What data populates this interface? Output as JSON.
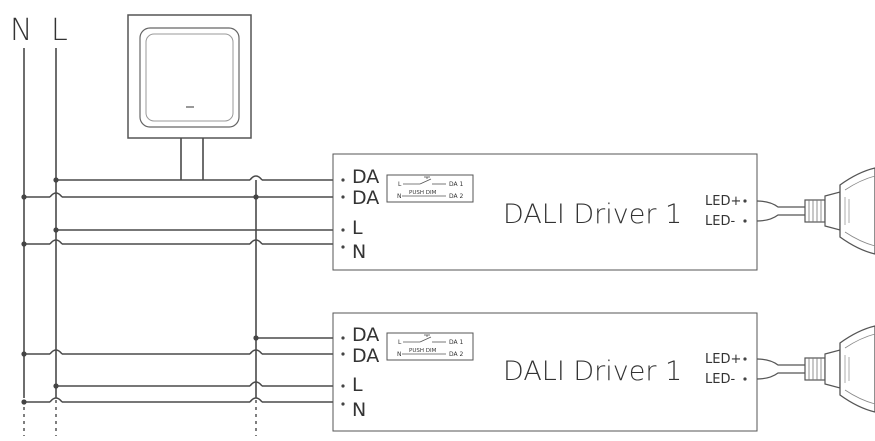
{
  "rails": {
    "neutral_label": "N",
    "live_label": "L"
  },
  "drivers": [
    {
      "name": "DALI Driver 1",
      "terminals": [
        "DA",
        "DA",
        "L",
        "N"
      ],
      "push_dim": {
        "l": "L",
        "n": "N",
        "label": "PUSH DIM",
        "da1": "DA 1",
        "da2": "DA 2"
      },
      "outputs": {
        "plus": "LED+",
        "minus": "LED-"
      }
    },
    {
      "name": "DALI Driver 1",
      "terminals": [
        "DA",
        "DA",
        "L",
        "N"
      ],
      "push_dim": {
        "l": "L",
        "n": "N",
        "label": "PUSH DIM",
        "da1": "DA 1",
        "da2": "DA 2"
      },
      "outputs": {
        "plus": "LED+",
        "minus": "LED-"
      }
    }
  ],
  "colors": {
    "line": "#4a4a4a",
    "text": "#333333"
  }
}
